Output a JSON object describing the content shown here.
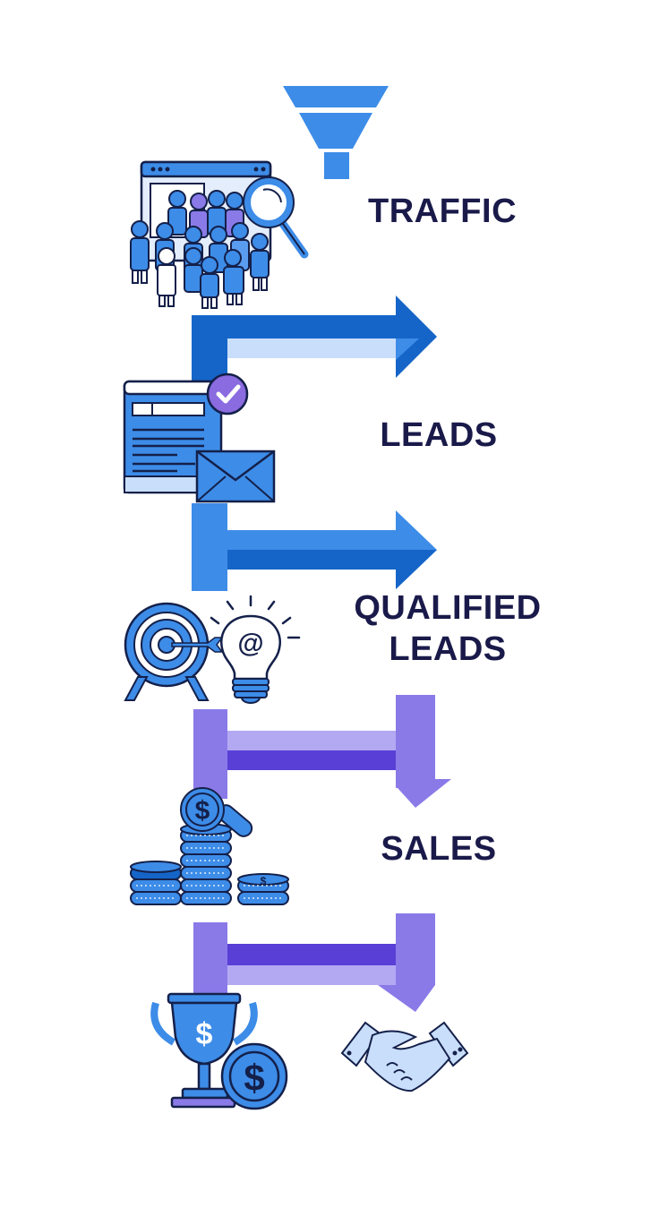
{
  "diagram": {
    "type": "sales-funnel-flow",
    "stages": [
      {
        "id": "traffic",
        "label": "TRAFFIC",
        "icon": "crowd-browser-magnifier-icon"
      },
      {
        "id": "leads",
        "label": "LEADS",
        "icon": "form-envelope-checkmark-icon"
      },
      {
        "id": "qualified_leads",
        "label_line1": "QUALIFIED",
        "label_line2": "LEADS",
        "icon": "target-lightbulb-icon"
      },
      {
        "id": "sales",
        "label": "SALES",
        "icon": "coin-stacks-icon"
      },
      {
        "id": "closed",
        "icons": [
          "trophy-coin-icon",
          "handshake-icon"
        ]
      }
    ],
    "top_icon": "funnel-icon",
    "colors": {
      "text": "#1a1a4a",
      "blue_dark": "#1565c8",
      "blue_mid": "#3d8ce8",
      "blue_light": "#c9defa",
      "purple_mid": "#8a7ae8",
      "purple_dark": "#5a3fd6",
      "purple_light": "#b3a9f2",
      "outline": "#14204a"
    }
  }
}
